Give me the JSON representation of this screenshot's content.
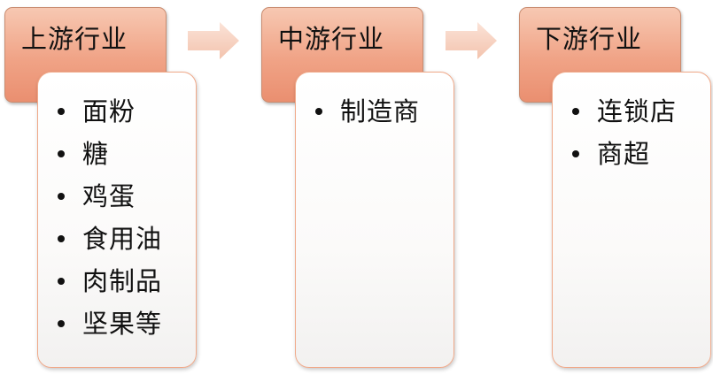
{
  "stages": [
    {
      "title": "上游行业",
      "items": [
        "面粉",
        "糖",
        "鸡蛋",
        "食用油",
        "肉制品",
        "坚果等"
      ]
    },
    {
      "title": "中游行业",
      "items": [
        "制造商"
      ]
    },
    {
      "title": "下游行业",
      "items": [
        "连锁店",
        "商超"
      ]
    }
  ],
  "colors": {
    "header_fill": "#f0a386",
    "header_border": "#c98c70",
    "card_border": "#f0a989",
    "arrow_fill": "#f7d4c4"
  },
  "icons": {
    "connector": "right-arrow-icon",
    "bullet": "bullet-dot-icon"
  }
}
